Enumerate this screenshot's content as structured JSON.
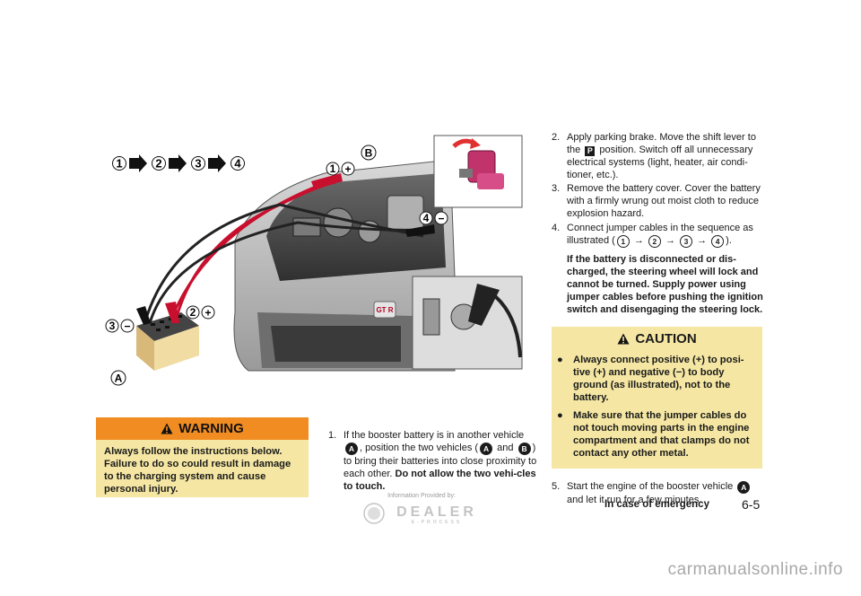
{
  "illustration": {
    "sequence": [
      "1",
      "2",
      "3",
      "4"
    ],
    "labels": {
      "a": "A",
      "b": "B",
      "n1": "1",
      "n2": "2",
      "n3": "3",
      "n4": "4",
      "plus": "+",
      "minus": "−",
      "badge": "GT R"
    }
  },
  "warning": {
    "title": "WARNING",
    "text": "Always follow the instructions below. Failure to do so could result in damage to the charging system and cause personal injury."
  },
  "step1": {
    "num": "1.",
    "t1": "If the booster battery is in another vehicle",
    "t2": ", position the two vehicles (",
    "t3": "and",
    "t4": ")",
    "t5": "to bring their batteries into close proximity to each other.",
    "bold": "Do not allow the two vehi-cles to touch.",
    "a": "A",
    "b": "B"
  },
  "steps": [
    {
      "num": "2.",
      "pre": "Apply parking brake. Move the shift lever to the",
      "icon": "P",
      "post": "position. Switch off all unnecessary electrical systems (light, heater, air condi-tioner, etc.)."
    },
    {
      "num": "3.",
      "text": "Remove the battery cover. Cover the battery with a firmly wrung out moist cloth to reduce explosion hazard."
    },
    {
      "num": "4.",
      "pre": "Connect jumper cables in the sequence as illustrated (",
      "seq": [
        "1",
        "2",
        "3",
        "4"
      ],
      "arrow": "→",
      "post": ").",
      "bold": "If the battery is disconnected or dis-charged, the steering wheel will lock and cannot be turned. Supply power using jumper cables before pushing the ignition switch and disengaging the steering lock."
    }
  ],
  "caution": {
    "title": "CAUTION",
    "items": [
      "Always connect positive (+) to posi-tive (+) and negative (−) to body ground (as illustrated), not to the battery.",
      "Make sure that the jumper cables do not touch moving parts in the engine compartment and that clamps do not contact any other metal."
    ]
  },
  "step5": {
    "num": "5.",
    "text": "Start the engine of the booster vehicle",
    "a": "A",
    "text2": "and let it run for a few minutes."
  },
  "footer": {
    "section": "In case of emergency",
    "page": "6-5"
  },
  "dealer": {
    "top": "Information Provided by:",
    "name": "DEALER",
    "sub": "E-PROCESS"
  },
  "watermark": "carmanualsonline.info",
  "colors": {
    "warning_header": "#f08c22",
    "box_bg": "#f5e7a3",
    "cable_red": "#c8102e",
    "cable_black": "#222222"
  }
}
